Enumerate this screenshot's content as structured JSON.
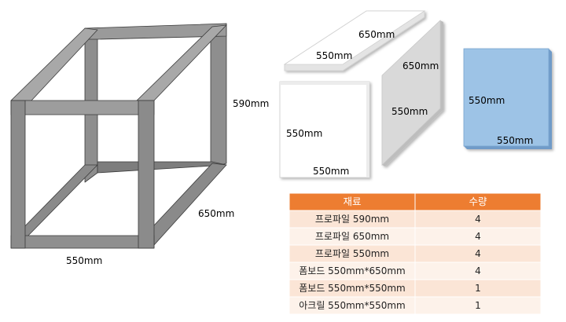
{
  "frame": {
    "height_label": "590mm",
    "depth_label": "650mm",
    "width_label": "550mm"
  },
  "foamboards": {
    "top": {
      "depth_label": "650mm",
      "width_label": "550mm"
    },
    "side": {
      "depth_label": "650mm",
      "height_label": "550mm"
    },
    "front": {
      "height_label": "550mm",
      "width_label": "550mm"
    }
  },
  "acrylic": {
    "height_label": "550mm",
    "width_label": "550mm",
    "color": "#9dc3e6"
  },
  "table": {
    "header_color": "#ed7d31",
    "row_odd_color": "#fbe5d6",
    "row_even_color": "#fdf2ea",
    "headers": [
      "재료",
      "수량"
    ],
    "rows": [
      [
        "프로파일 590mm",
        "4"
      ],
      [
        "프로파일 650mm",
        "4"
      ],
      [
        "프로파일 550mm",
        "4"
      ],
      [
        "폼보드 550mm*650mm",
        "4"
      ],
      [
        "폼보드 550mm*550mm",
        "1"
      ],
      [
        "아크릴 550mm*550mm",
        "1"
      ]
    ]
  }
}
